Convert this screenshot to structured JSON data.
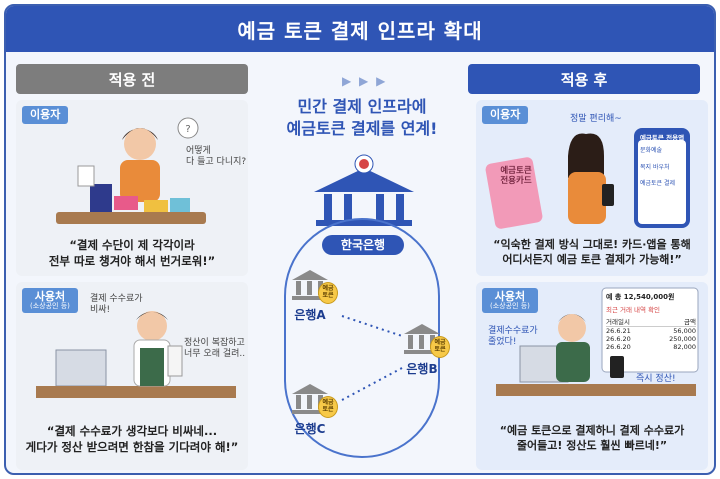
{
  "title": "예금 토큰 결제 인프라 확대",
  "before": {
    "header": "적용 전",
    "user": {
      "tag": "이용자",
      "thought_line1": "어떻게",
      "thought_line2": "다 들고 다니지?",
      "quote_line1": "“결제 수단이 제 각각이라",
      "quote_line2": "전부 따로 챙겨야 해서 번거로워!”"
    },
    "merchant": {
      "tag": "사용처",
      "tag_sub": "(소상공인 등)",
      "thought_a_line1": "결제 수수료가",
      "thought_a_line2": "비싸!",
      "thought_b_line1": "정산이 복잡하고",
      "thought_b_line2": "너무 오래 걸려..",
      "quote_line1": "“결제 수수료가 생각보다 비싸네...",
      "quote_line2": "게다가 정산 받으려면 한참을 기다려야 해!”"
    }
  },
  "center": {
    "arrows": "▶ ▶ ▶",
    "title_line1": "민간 결제 인프라에",
    "title_line2": "예금토큰 결제를 연계!",
    "hq": "한국은행",
    "bank_a": "은행A",
    "bank_b": "은행B",
    "bank_c": "은행C",
    "token_chip_line1": "예금",
    "token_chip_line2": "토큰"
  },
  "after": {
    "header": "적용 후",
    "user": {
      "tag": "이용자",
      "thought": "정말 편리해~",
      "card_line1": "예금토큰",
      "card_line2": "전용카드",
      "app_title": "예금토큰 전용앱",
      "app_item1": "문화예술",
      "app_item2": "복지 바우처",
      "app_item3": "예금토큰 결제",
      "quote_line1": "“익숙한 결제 방식 그대로! 카드·앱을 통해",
      "quote_line2": "어디서든지 예금 토큰 결제가 가능해!”"
    },
    "merchant": {
      "tag": "사용처",
      "tag_sub": "(소상공인 등)",
      "thought_a_line1": "결제수수료가",
      "thought_a_line2": "줄었다!",
      "thought_b": "즉시 정산!",
      "screen_total": "예 총 12,540,000원",
      "screen_sub": "최근 거래 내역 확인",
      "screen_col1": "거래일시",
      "screen_col2": "금액",
      "screen_rows": [
        [
          "26.6.21",
          "56,000"
        ],
        [
          "26.6.20",
          "250,000"
        ],
        [
          "26.6.20",
          "82,000"
        ]
      ],
      "quote_line1": "“예금 토큰으로 결제하니 결제 수수료가",
      "quote_line2": "줄어들고! 정산도 훨씬 빠르네!”"
    }
  },
  "colors": {
    "primary": "#2f55b5",
    "before_header": "#7d7d7d",
    "tag": "#5a8fd6",
    "token_gold": "#f7c948"
  }
}
